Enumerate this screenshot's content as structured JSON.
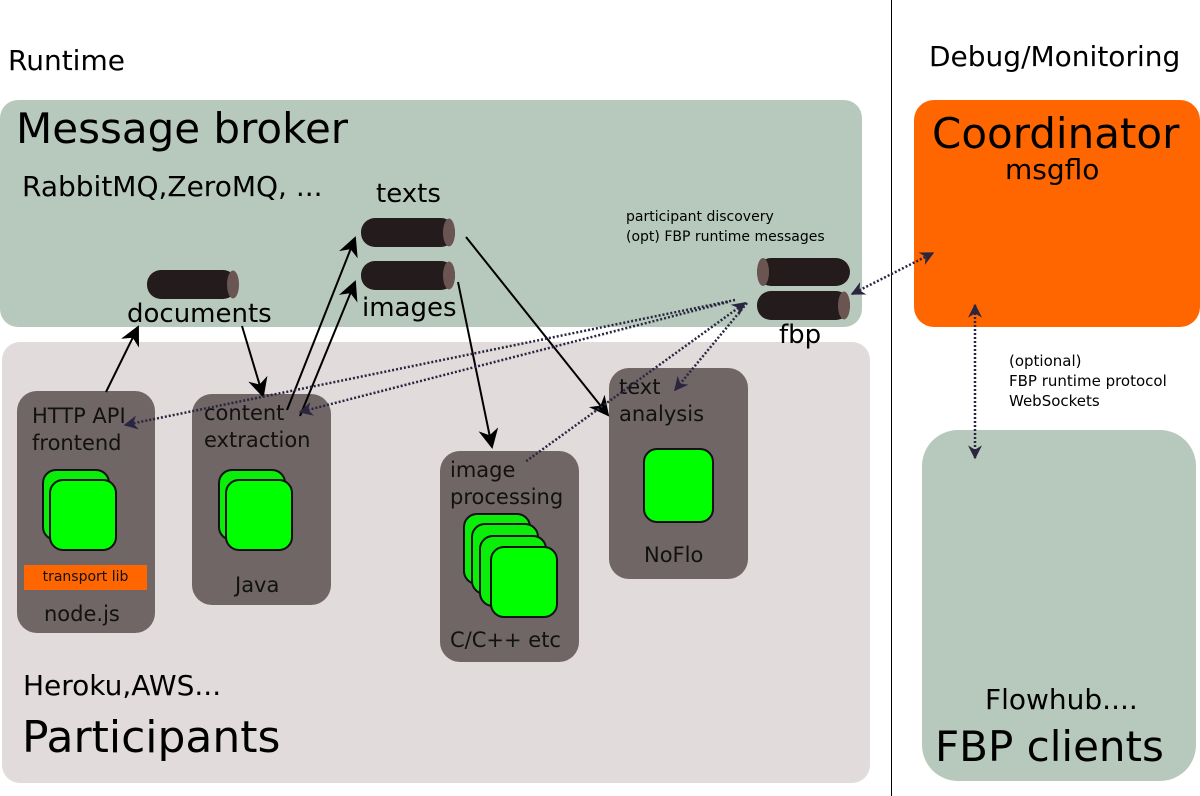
{
  "sections": {
    "runtime": "Runtime",
    "debug": "Debug/Monitoring"
  },
  "broker": {
    "title": "Message broker",
    "subtitle": "RabbitMQ,ZeroMQ, ...",
    "queues": {
      "documents": "documents",
      "texts": "texts",
      "images": "images",
      "fbp": "fbp"
    },
    "fbp_note": [
      "participant discovery",
      "(opt) FBP runtime messages"
    ]
  },
  "participants": {
    "title": "Participants",
    "subtitle": "Heroku,AWS...",
    "boxes": [
      {
        "name": [
          "HTTP API",
          "frontend"
        ],
        "lang": "node.js",
        "badge": "transport lib",
        "instances": 2
      },
      {
        "name": [
          "content",
          "extraction"
        ],
        "lang": "Java",
        "instances": 2
      },
      {
        "name": [
          "image",
          "processing"
        ],
        "lang": "C/C++ etc",
        "instances": 4
      },
      {
        "name": [
          "text",
          "analysis"
        ],
        "lang": "NoFlo",
        "instances": 1
      }
    ]
  },
  "coordinator": {
    "title": "Coordinator",
    "subtitle": "msgflo"
  },
  "protocol_note": [
    "(optional)",
    "FBP runtime protocol",
    "WebSockets"
  ],
  "clients": {
    "subtitle": "Flowhub....",
    "title": "FBP clients"
  },
  "colors": {
    "broker_bg": "#b7c9bd",
    "participants_bg": "#e2dbdb",
    "participant_box": "#6f6665",
    "instance_green": "#00ff00",
    "coordinator_orange": "#ff6600",
    "transport_badge": "#ff6600",
    "queue_body": "#241c1c",
    "queue_cap": "#6b5552"
  }
}
